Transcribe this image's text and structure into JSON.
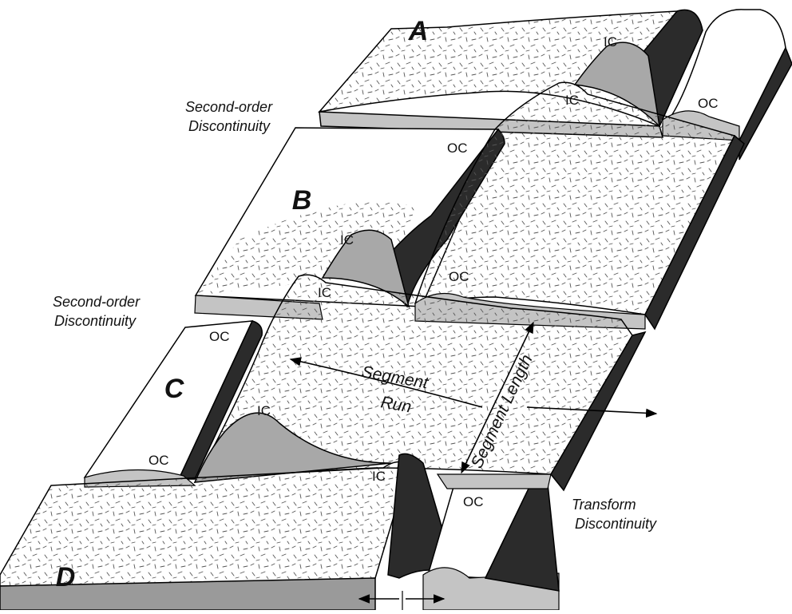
{
  "segments": {
    "a": "A",
    "b": "B",
    "c": "C",
    "d": "D"
  },
  "discontinuities": {
    "second_order_1": [
      "Second-order",
      "Discontinuity"
    ],
    "second_order_2": [
      "Second-order",
      "Discontinuity"
    ],
    "transform": [
      "Transform",
      "Discontinuity"
    ]
  },
  "labels": {
    "segment_run": [
      "Segment",
      "Run"
    ],
    "segment_length": "Segment Length",
    "inside_corner": "IC",
    "outside_corner": "OC"
  },
  "colors": {
    "block_top": "#ffffff",
    "block_side": "#c4c4c4",
    "block_front": "#9a9a9a",
    "rift_wall": "#2b2b2b",
    "corner_high": "#a8a8a8",
    "outline": "#000000",
    "fill_texture": "#555555"
  }
}
